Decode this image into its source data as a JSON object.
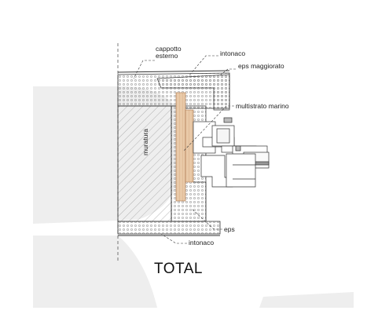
{
  "labels": {
    "cappotto_esterno": "cappotto\nesterno",
    "intonaco_top": "intonaco",
    "eps_maggiorato": "eps maggiorato",
    "multistrato_marino": "multistrato marino",
    "muratura": "muratura",
    "eps": "eps",
    "intonaco_bottom": "intonaco"
  },
  "caption": "TOTAL",
  "colors": {
    "watermark": "#eeeeee",
    "timber": "#e9c9a8",
    "timber_line": "#c8956a",
    "line": "#333333"
  }
}
